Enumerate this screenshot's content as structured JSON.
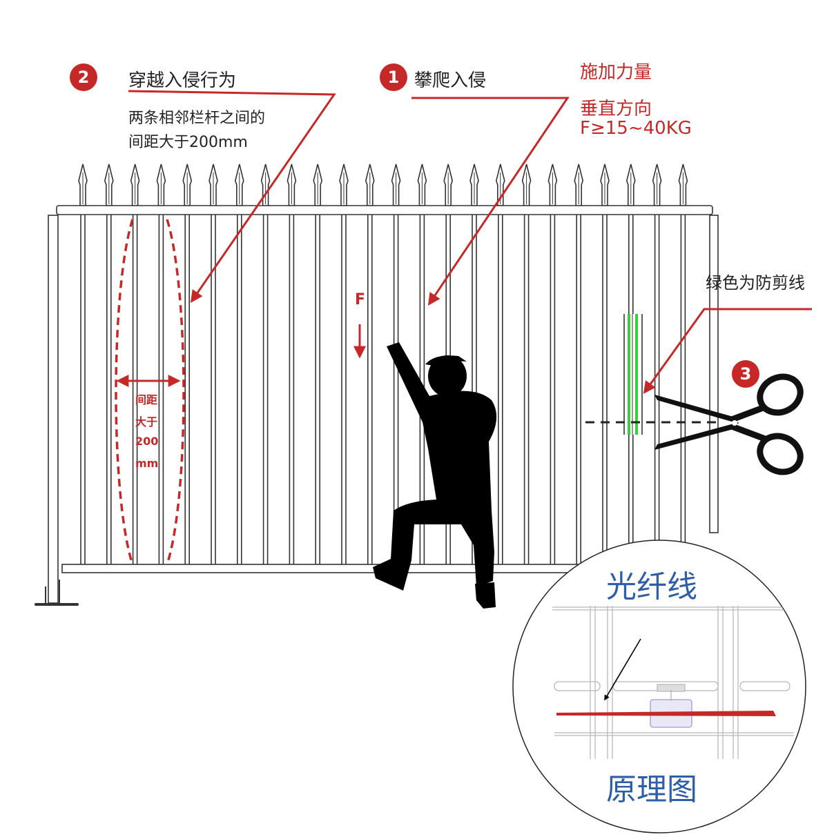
{
  "colors": {
    "accent_red": "#c62828",
    "anti_cut_green": "#39d139",
    "label_blue": "#2f5ea8",
    "fence": "#333333",
    "silhouette": "#000000"
  },
  "callout_2": {
    "number": "2",
    "title": "穿越入侵行为",
    "desc_line1": "两条相邻栏杆之间的",
    "desc_line2": "间距大于200mm"
  },
  "callout_1": {
    "number": "1",
    "title": "攀爬入侵"
  },
  "force": {
    "line1": "施加力量",
    "line2": "垂直方向",
    "line3": "F≥15~40KG",
    "arrow_label": "F"
  },
  "gap_label": [
    "间距",
    "大于",
    "200",
    "mm"
  ],
  "callout_3": {
    "number": "3",
    "green_note": "绿色为防剪线"
  },
  "inset": {
    "title": "光纤线",
    "subtitle": "原理图"
  },
  "icons": [
    "scissors-icon",
    "climber-silhouette",
    "arrow-icon"
  ]
}
